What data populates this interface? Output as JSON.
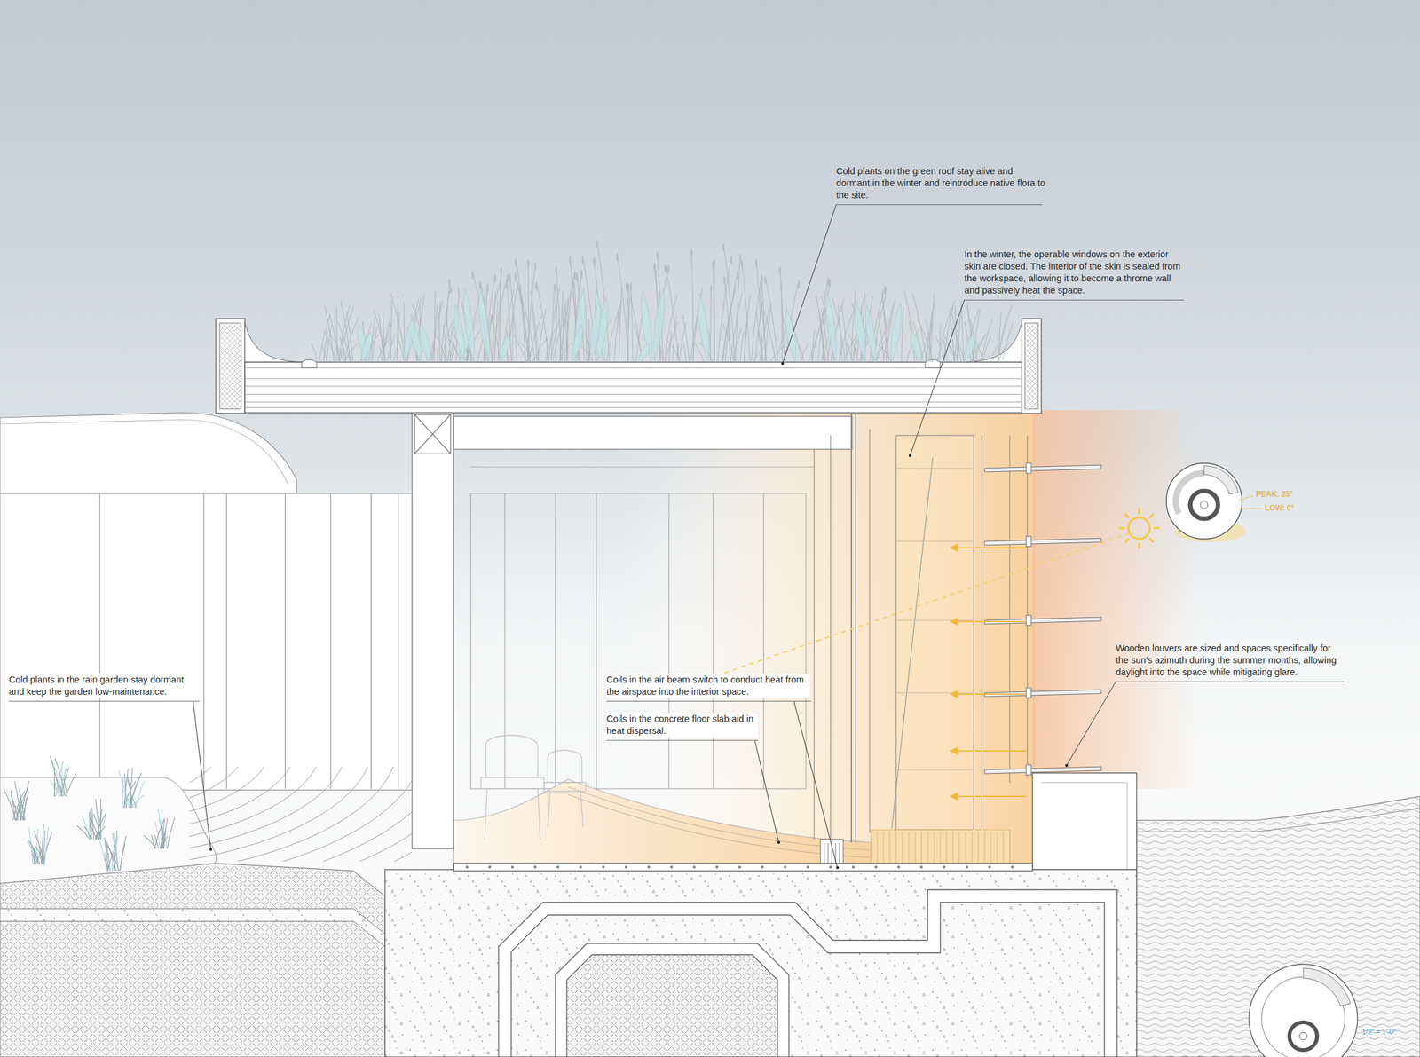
{
  "diagram": {
    "labels": [
      "Cold plants on the green roof stay alive and dormant in the winter and reintroduce native flora to the site.",
      "In the winter, the operable windows on the exterior skin are closed. The interior of the skin is sealed from the workspace, allowing it to become a throme wall and passively heat the space.",
      "PEAK: 25°",
      "LOW: 0°",
      "Wooden louvers are sized and spaces specifically for the sun’s azimuth during the summer months, allowing daylight into the space while mitigating glare.",
      "Cold plants in the rain garden stay dormant and keep the garden low-maintenance.",
      "Coils in the air beam switch to conduct heat from the airspace into the interior space.",
      "Coils in the concrete floor slab aid in heat dispersal.",
      "1/2\" = 1'-0\""
    ]
  }
}
